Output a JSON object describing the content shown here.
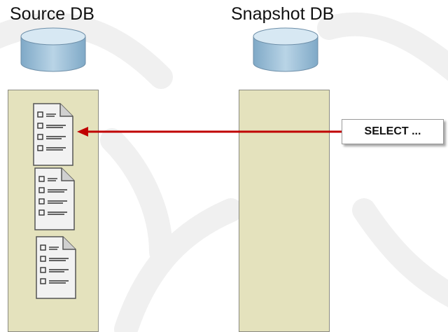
{
  "source": {
    "title": "Source DB"
  },
  "snapshot": {
    "title": "Snapshot DB"
  },
  "query": {
    "label": "SELECT ..."
  },
  "source_pages": [
    {
      "icon": "document-page-icon"
    },
    {
      "icon": "document-page-icon"
    },
    {
      "icon": "document-page-icon"
    }
  ],
  "colors": {
    "column_fill": "#e4e2bd",
    "arrow": "#c00000",
    "database_top": "#cfe3ef",
    "database_body": "#8fb7d4"
  }
}
